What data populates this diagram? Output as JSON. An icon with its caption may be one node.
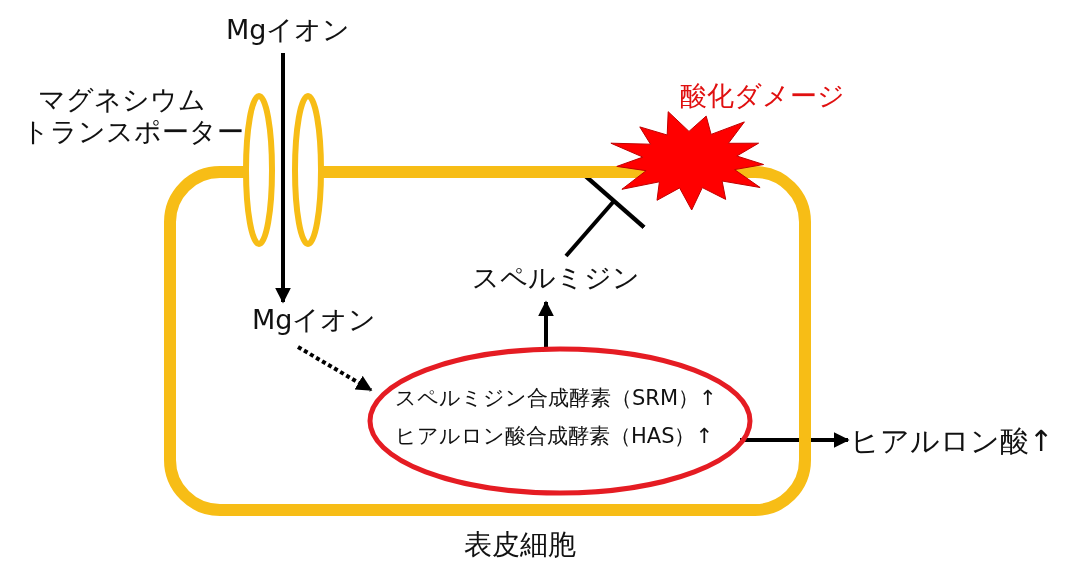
{
  "diagram": {
    "nodes": [
      {
        "text": [
          "表皮細胞"
        ]
      },
      {
        "text": [
          "Mgイオン"
        ]
      },
      {
        "text": [
          "Mgイオン"
        ],
        "in": 0
      },
      {
        "text": [
          "スペルミジン合成酵素（SRM）↑",
          "ヒアルロン酸合成酵素（HAS）↑"
        ],
        "in": 0
      },
      {
        "text": [
          "スペルミジン"
        ],
        "in": 0
      },
      {
        "text": [],
        "shape": "burst",
        "beside": [
          "酸化ダメージ"
        ]
      },
      {
        "text": [
          "ヒアルロン酸↑"
        ]
      }
    ],
    "edges": [
      {
        "from": 1,
        "to": 2,
        "arrow": "to"
      },
      {
        "from": 2,
        "to": 3,
        "arrow": "to",
        "style": "dashed"
      },
      {
        "from": 3,
        "to": 4,
        "arrow": "to"
      },
      {
        "from": 4,
        "to": 5,
        "arrow": "other"
      },
      {
        "from": 3,
        "to": 6,
        "arrow": "to"
      }
    ],
    "labels": [
      "マグネシウムトランスポーター"
    ]
  }
}
